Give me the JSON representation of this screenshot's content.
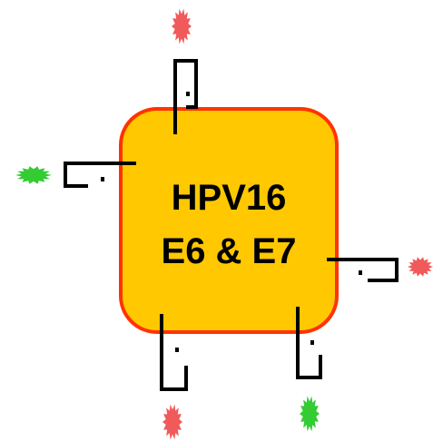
{
  "box": {
    "line1": "HPV16",
    "line2": "E6 & E7",
    "fill": "#FFC800",
    "border": "#FF3300"
  },
  "colors": {
    "red_star": "#F05A5A",
    "green_star": "#33CC33",
    "hook": "#000000"
  },
  "icons": {
    "top": "red-star",
    "left": "green-star",
    "right": "red-star",
    "bottom_left": "red-star",
    "bottom_right": "green-star"
  }
}
